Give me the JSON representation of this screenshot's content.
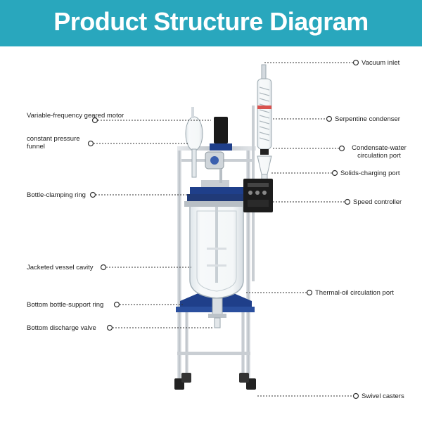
{
  "header": {
    "title": "Product Structure Diagram"
  },
  "colors": {
    "banner": "#29a7bd",
    "frame": "#c9ced3",
    "blue_parts": "#1f3f8a",
    "leader": "#333333"
  },
  "labels": {
    "variable_frequency_motor": "Variable-frequency geared motor",
    "constant_pressure_funnel": "constant pressure funnel",
    "bottle_clamping_ring": "Bottle-clamping ring",
    "jacketed_vessel_cavity": "Jacketed vessel cavity",
    "bottom_bottle_support_ring": "Bottom bottle-support ring",
    "bottom_discharge_valve": "Bottom discharge valve",
    "vacuum_inlet": "Vacuum inlet",
    "serpentine_condenser": "Serpentine condenser",
    "condensate_water_port": "Condensate-water circulation port",
    "solids_charging_port": "Solids-charging port",
    "speed_controller": "Speed controller",
    "thermal_oil_port": "Thermal-oil circulation port",
    "swivel_casters": "Swivel casters"
  }
}
